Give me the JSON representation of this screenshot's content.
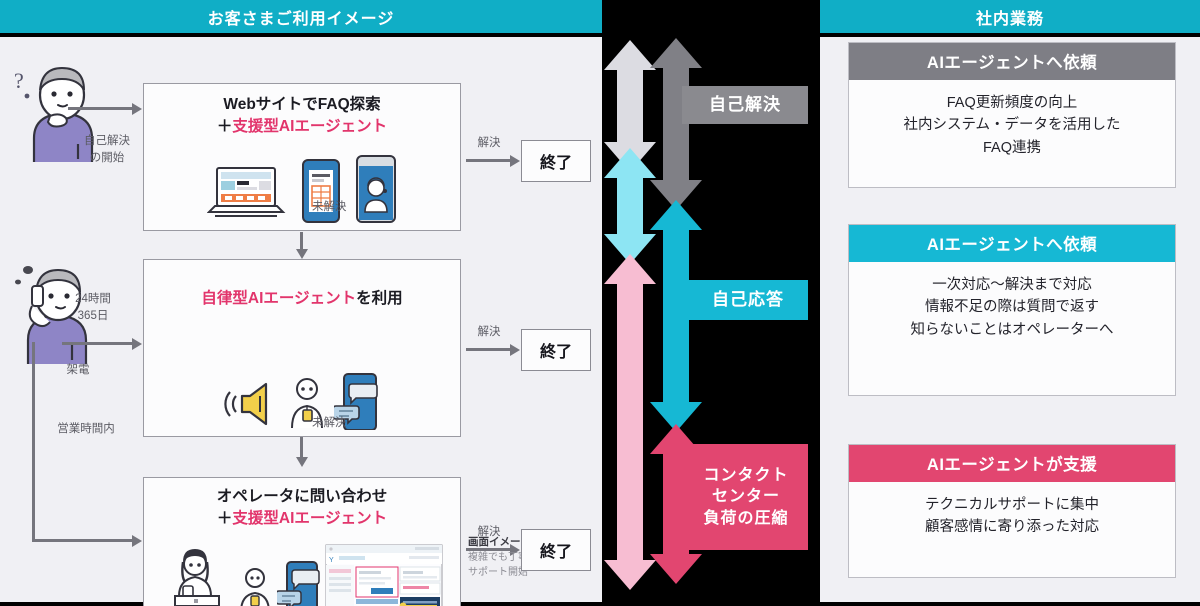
{
  "headers": {
    "left": "お客さまご利用イメージ",
    "right": "社内業務"
  },
  "left_flow": {
    "persona1": {
      "icon": "thinking-person-icon",
      "label_line1": "自己解決",
      "label_line2": "の開始"
    },
    "persona2": {
      "icon": "phone-call-person-icon",
      "label_line1": "24時間",
      "label_line2": "365日",
      "label_under": "架電",
      "label_branch": "営業時間内"
    },
    "boxes": [
      {
        "title_main": "WebサイトでFAQ探索",
        "title_plus": "＋",
        "title_accent": "支援型AIエージェント"
      },
      {
        "title_accent": "自律型AIエージェント",
        "title_tail": "を利用"
      },
      {
        "title_main": "オペレータに問い合わせ",
        "title_plus": "＋",
        "title_accent": "支援型AIエージェント"
      }
    ],
    "unresolved_label": "未解決",
    "resolved_label": "解決",
    "end_label": "終了",
    "screen_note": {
      "title": "画面イメージ",
      "line1": "複雑でも丁寧で迅速な",
      "line2": "サポート開始"
    }
  },
  "middle": {
    "labels": [
      {
        "text": "自己解決",
        "color": "#8a8a8f"
      },
      {
        "text": "自己応答",
        "color": "#16b8d4"
      }
    ],
    "label3_lines": [
      "コンタクト",
      "センター",
      "負荷の圧縮"
    ],
    "label3_color": "#e24670",
    "arrows_left": [
      {
        "name": "arrow-light-grey",
        "color": "#dcdce2"
      },
      {
        "name": "arrow-light-cyan",
        "color": "#8de5f3"
      },
      {
        "name": "arrow-light-pink",
        "color": "#f7bdd2"
      }
    ],
    "arrows_right": [
      {
        "name": "arrow-grey",
        "color": "#808086"
      },
      {
        "name": "arrow-cyan",
        "color": "#16b8d4"
      },
      {
        "name": "arrow-pink",
        "color": "#e24670"
      }
    ]
  },
  "right_cards": [
    {
      "header": "AIエージェントへ依頼",
      "header_color": "#7e7e85",
      "body_lines": [
        "FAQ更新頻度の向上",
        "社内システム・データを活用した",
        "FAQ連携"
      ]
    },
    {
      "header": "AIエージェントへ依頼",
      "header_color": "#16b8d4",
      "body_lines": [
        "一次対応〜解決まで対応",
        "情報不足の際は質問で返す",
        "知らないことはオペレーターへ"
      ]
    },
    {
      "header": "AIエージェントが支援",
      "header_color": "#e24670",
      "body_lines": [
        "テクニカルサポートに集中",
        "顧客感情に寄り添った対応"
      ]
    }
  ],
  "colors": {
    "teal": "#10aec6",
    "accent_pink": "#e2356c",
    "grey": "#8a8a8f",
    "panel_bg": "#f0f0f4",
    "black": "#000000"
  }
}
